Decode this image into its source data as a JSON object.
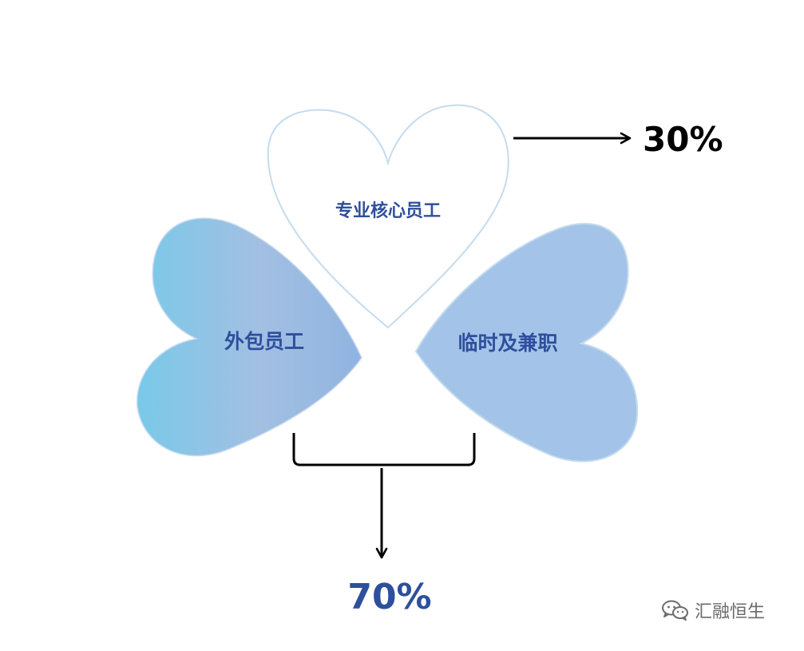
{
  "colors": {
    "core_stroke": "#c5dbee",
    "core_fill": "#ffffff",
    "left_gradient_start": "#79c9e8",
    "left_gradient_mid": "#a3bfe2",
    "left_gradient_end": "#8fb4e0",
    "right_fill": "#a3c4e8",
    "label_blue": "#2e4f9c",
    "arrow": "#000000",
    "percent_top": "#000000",
    "percent_bottom": "#2e4f9c",
    "watermark": "#6b6b6b"
  },
  "hearts": {
    "core": {
      "label": "专业核心员工"
    },
    "left": {
      "label": "外包员工"
    },
    "right": {
      "label": "临时及兼职"
    }
  },
  "percent_top": "30%",
  "percent_bottom": "70%",
  "watermark": {
    "text": "汇融恒生",
    "icon": "wechat-icon"
  }
}
